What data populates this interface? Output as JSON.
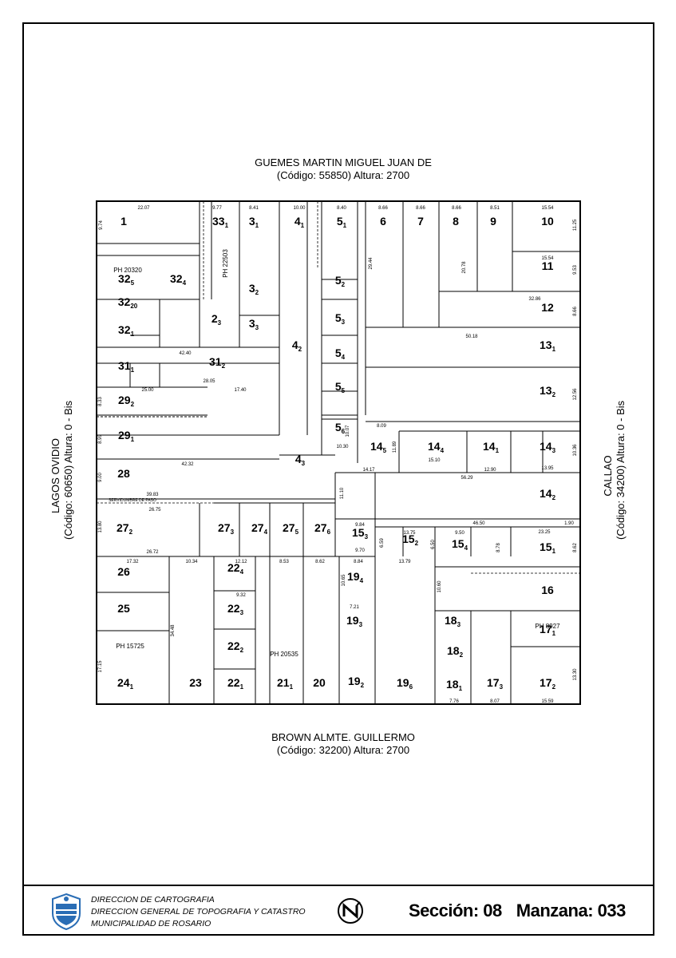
{
  "streets": {
    "north": {
      "name": "GUEMES MARTIN MIGUEL JUAN DE",
      "detail": "(Código: 55850) Altura: 2700"
    },
    "south": {
      "name": "BROWN ALMTE. GUILLERMO",
      "detail": "(Código: 32200) Altura: 2700"
    },
    "west": {
      "name": "LAGOS OVIDIO",
      "detail": "(Código: 60650) Altura: 0 - Bis"
    },
    "east": {
      "name": "CALLAO",
      "detail": "(Código: 34200) Altura: 0 - Bis"
    }
  },
  "footer": {
    "line1": "DIRECCION DE CARTOGRAFIA",
    "line2": "DIRECCION GENERAL DE TOPOGRAFIA Y CATASTRO",
    "line3": "MUNICIPALIDAD DE ROSARIO",
    "section_label": "Sección: 08",
    "block_label": "Manzana: 033"
  },
  "parcels": [
    "1",
    "33 1",
    "3 1",
    "4 1",
    "5 1",
    "6",
    "7",
    "8",
    "9",
    "10",
    "11",
    "12",
    "32 5",
    "32 4",
    "32 20",
    "32 1",
    "2 3",
    "3 2",
    "3 3",
    "5 2",
    "5 3",
    "5 4",
    "5 5",
    "5 6",
    "4 2",
    "4 3",
    "31 1",
    "31 2",
    "29 2",
    "29 1",
    "28",
    "27 2",
    "27 3",
    "27 4",
    "27 5",
    "27 6",
    "13 1",
    "13 2",
    "14 5",
    "14 4",
    "14 1",
    "14 3",
    "14 2",
    "15 3",
    "15 2",
    "15 4",
    "15 1",
    "16",
    "17 1",
    "17 2",
    "17 3",
    "18 3",
    "18 2",
    "18 1",
    "19 4",
    "19 3",
    "19 2",
    "19 6",
    "26",
    "25",
    "24 1",
    "23",
    "22 4",
    "22 3",
    "22 2",
    "22 1",
    "21 1",
    "20"
  ],
  "annotations": {
    "ph_20320": "PH 20320",
    "ph_22503": "PH 22503",
    "ph_15725": "PH 15725",
    "ph_20535": "PH 20535",
    "ph_8927": "PH 8927",
    "servidumbre": "SERVIDUMBRE DE PASO"
  },
  "dimensions": [
    "22.07",
    "9.74",
    "9.77",
    "8.41",
    "10.00",
    "8.40",
    "8.66",
    "8.66",
    "8.66",
    "8.51",
    "15.54",
    "11.25",
    "29.44",
    "20.78",
    "15.54",
    "9.53",
    "32.86",
    "8.66",
    "50.18",
    "12.56",
    "42.40",
    "28.05",
    "25.00",
    "17.40",
    "8.33",
    "8.99",
    "42.32",
    "39.83",
    "56.29",
    "9.00",
    "13.80",
    "26.75",
    "26.72",
    "17.32",
    "10.34",
    "12.12",
    "9.32",
    "8.53",
    "8.62",
    "8.84",
    "13.79",
    "7.21",
    "7.76",
    "8.07",
    "15.59",
    "13.30",
    "34.48",
    "17.15",
    "10.65",
    "10.60",
    "23.25",
    "13.75",
    "9.84",
    "9.70",
    "6.59",
    "6.50",
    "9.50",
    "8.78",
    "8.62",
    "46.50",
    "1.90",
    "11.10",
    "13.95",
    "10.36",
    "12.90",
    "15.10",
    "14.17",
    "11.89",
    "8.09",
    "10.07",
    "10.30"
  ],
  "colors": {
    "line": "#000000",
    "paper": "#ffffff",
    "logo_blue": "#2a6db5"
  },
  "icons": {
    "logo": "rosario-seal-icon",
    "north": "north-arrow-icon"
  }
}
